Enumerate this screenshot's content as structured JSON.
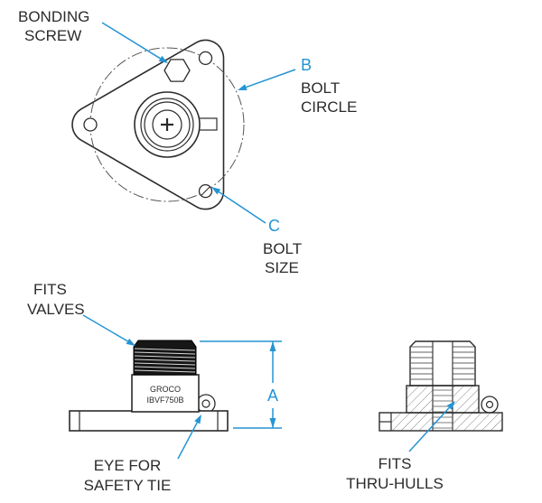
{
  "colors": {
    "accent": "#2494d4",
    "line_dark": "#2b2b2b"
  },
  "top_view": {
    "bonding_screw_label": {
      "line1": "BONDING",
      "line2": "SCREW"
    },
    "bolt_circle_ref": "B",
    "bolt_circle_label": {
      "line1": "BOLT",
      "line2": "CIRCLE"
    },
    "bolt_size_ref": "C",
    "bolt_size_label": {
      "line1": "BOLT",
      "line2": "SIZE"
    }
  },
  "side_view": {
    "fits_valves_label": {
      "line1": "FITS",
      "line2": "VALVES"
    },
    "product_brand": "GROCO",
    "product_model": "IBVF750B",
    "height_dim_ref": "A",
    "eye_label": {
      "line1": "EYE FOR",
      "line2": "SAFETY TIE"
    }
  },
  "section_view": {
    "fits_thru_hulls_label": {
      "line1": "FITS",
      "line2": "THRU-HULLS"
    }
  }
}
